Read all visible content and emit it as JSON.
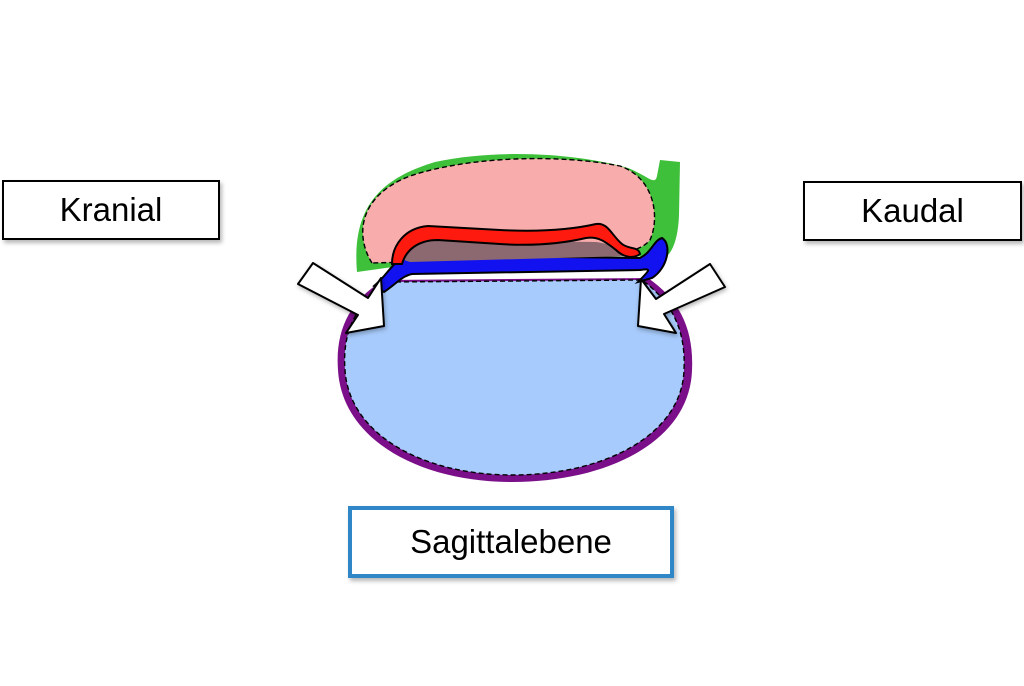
{
  "labels": {
    "left": "Kranial",
    "right": "Kaudal",
    "bottom": "Sagittalebene"
  },
  "colors": {
    "ectoderm_outline": "#3ec03a",
    "amnion_cavity": "#f8acac",
    "endoderm_layer": "#ff1a0f",
    "mesoderm_layer": "#8c6870",
    "ectoderm_layer": "#1212f0",
    "yolk_sac": "#a7cbfc",
    "yolk_sac_outline": "#7b0f8a",
    "sagittal_box_border": "#2f87c8"
  }
}
